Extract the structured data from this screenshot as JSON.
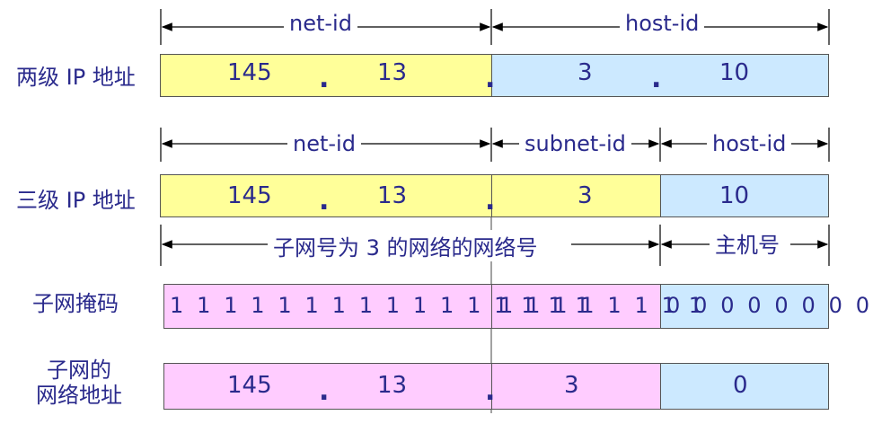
{
  "row1": {
    "label": "两级 IP 地址",
    "header_left": "net-id",
    "header_right": "host-id",
    "v1": "145",
    "v2": "13",
    "v3": "3",
    "v4": "10"
  },
  "row2": {
    "label": "三级 IP 地址",
    "header_left": "net-id",
    "header_mid": "subnet-id",
    "header_right": "host-id",
    "v1": "145",
    "v2": "13",
    "v3": "3",
    "v4": "10"
  },
  "row3": {
    "header_left": "子网号为 3 的网络的网络号",
    "header_right": "主机号"
  },
  "row4": {
    "label": "子网掩码",
    "bits_net": "1 1 1 1 1 1 1 1 1 1 1 1 1 1 1 1",
    "bits_sub": "1 1 1 1 1 1 1 1",
    "bits_host": "0 0 0 0 0 0 0 0"
  },
  "row5": {
    "label_line1": "子网的",
    "label_line2": "网络地址",
    "v1": "145",
    "v2": "13",
    "v3": "3",
    "v4": "0"
  },
  "colors": {
    "text": "#2a2a8c",
    "net_bg": "#ffff99",
    "host_bg": "#cce9ff",
    "mask_bg": "#ffccff"
  }
}
